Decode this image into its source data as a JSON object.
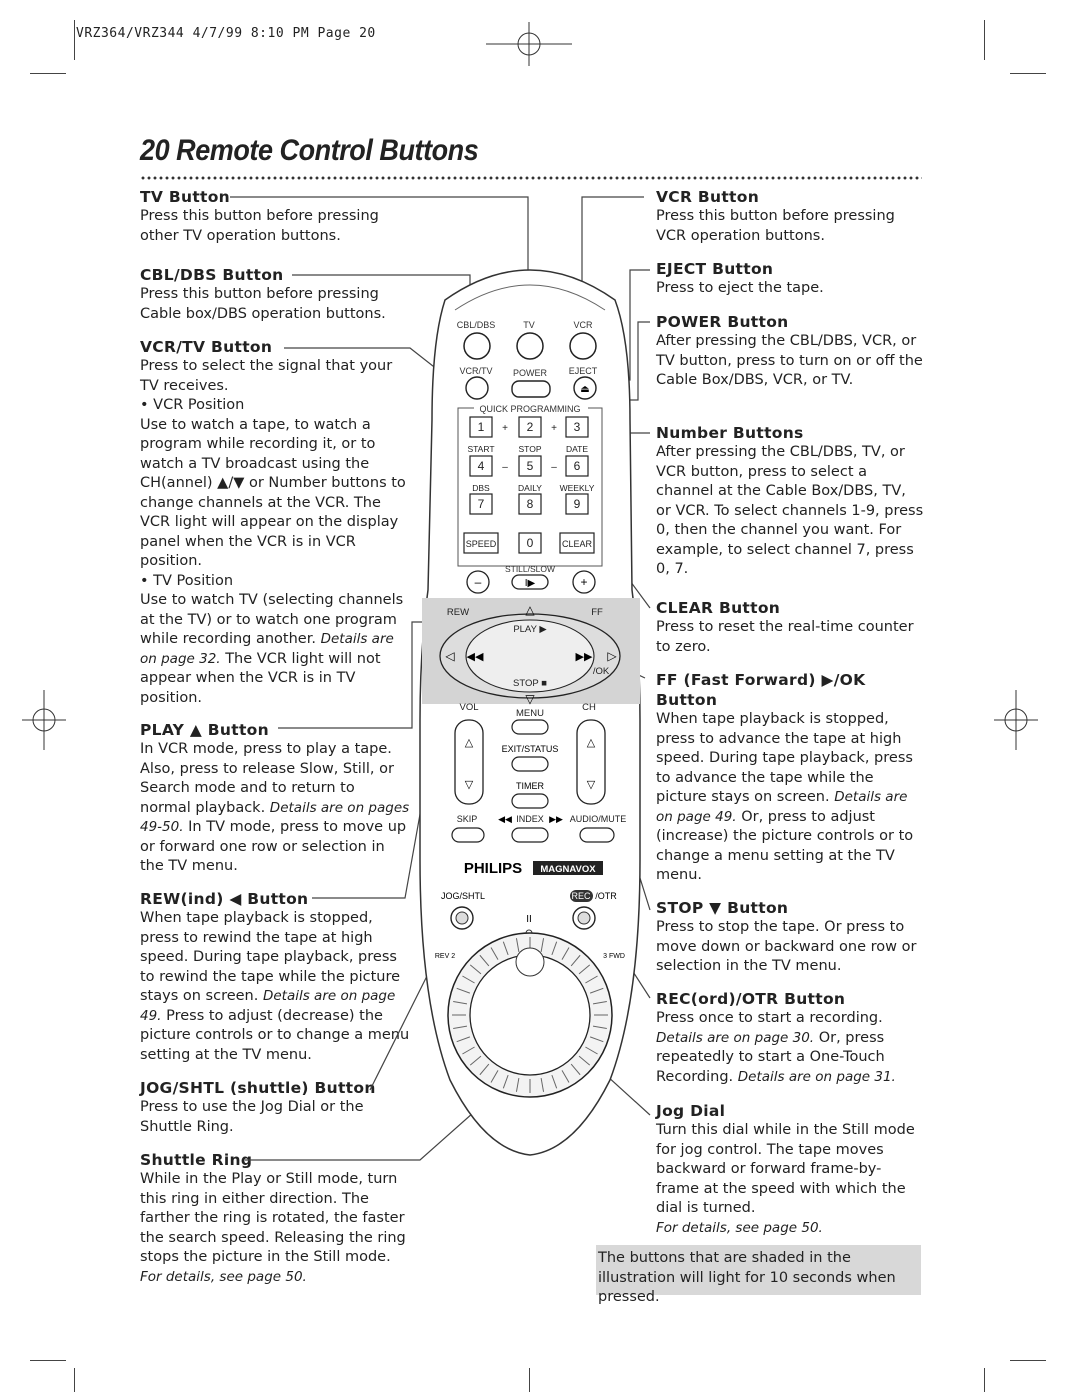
{
  "header": {
    "slug": "VRZ364/VRZ344   4/7/99 8:10 PM  Page 20"
  },
  "page": {
    "title": "20  Remote Control Buttons"
  },
  "left": {
    "tv_button": {
      "heading": "TV Button",
      "body": "Press this button before pressing other TV operation buttons."
    },
    "cbl_button": {
      "heading": "CBL/DBS Button",
      "body": "Press this button before pressing Cable box/DBS operation buttons."
    },
    "vcrtv_button": {
      "heading": "VCR/TV Button",
      "body": "Press to select the signal that your TV receives.",
      "bullet1": "VCR Position",
      "text1": "Use to watch a tape, to watch a program while recording it, or to watch a TV broadcast using the CH(annel) ▲/▼ or Number buttons to change channels at the VCR. The VCR light will appear on the display panel when the VCR is in VCR position.",
      "bullet2": "TV Position",
      "text2a": "Use to watch TV (selecting channels at the TV) or to watch one program while recording another.",
      "text2_italic": "Details are on page 32.",
      "text2b": "The VCR light will not appear when the VCR is in TV position."
    },
    "play_button": {
      "heading": "PLAY ▲ Button",
      "body_a": "In VCR mode, press to play a tape. Also, press to release Slow, Still, or Search mode and to return to normal playback.",
      "body_italic": "Details are on pages 49-50.",
      "body_b": "In TV mode, press to move up or forward one row or selection in the TV menu."
    },
    "rew_button": {
      "heading": "REW(ind) ◀ Button",
      "body_a": "When tape playback is stopped, press to rewind the tape at high speed. During tape playback, press to rewind the tape while the picture stays on screen.",
      "body_italic": "Details are on page 49.",
      "body_b": "Press to adjust (decrease) the picture controls or to change a menu setting at the TV menu."
    },
    "jog_button": {
      "heading": "JOG/SHTL (shuttle) Button",
      "body": "Press to use the Jog Dial or the Shuttle Ring."
    },
    "shuttle_ring": {
      "heading": "Shuttle Ring",
      "body": "While in the Play or Still mode, turn this ring in either direction. The farther the ring is rotated, the faster the search speed. Releasing the ring stops the picture in the Still mode.",
      "body_italic": "For details, see page 50."
    }
  },
  "right": {
    "vcr_button": {
      "heading": "VCR Button",
      "body": "Press this button before pressing VCR operation buttons."
    },
    "eject_button": {
      "heading": "EJECT Button",
      "body": "Press to eject the tape."
    },
    "power_button": {
      "heading": "POWER Button",
      "body": "After pressing the CBL/DBS, VCR, or TV button, press to turn on or off the Cable Box/DBS, VCR, or TV."
    },
    "number_buttons": {
      "heading": "Number Buttons",
      "body": "After pressing the CBL/DBS, TV, or VCR button, press to select a channel at the Cable Box/DBS, TV, or VCR. To select channels 1-9, press 0, then the channel you want. For example, to select channel 7, press 0, 7."
    },
    "clear_button": {
      "heading": "CLEAR Button",
      "body": "Press to reset the real-time counter to zero."
    },
    "ff_button": {
      "heading": "FF (Fast Forward) ▶/OK Button",
      "body_a": "When tape playback is stopped, press to advance the tape at high speed. During tape playback, press to advance the tape while the picture stays on screen.",
      "body_italic": "Details are on page 49.",
      "body_b": "Or, press to adjust (increase) the picture controls or to change a menu setting at the TV menu."
    },
    "stop_button": {
      "heading": "STOP ▼ Button",
      "body": "Press to stop the tape. Or press to move down or backward one row or selection in the TV menu."
    },
    "rec_button": {
      "heading": "REC(ord)/OTR Button",
      "body_a": "Press once to start a recording.",
      "body_italic": "Details are on page 30.",
      "body_b": "Or, press repeatedly to start a One-Touch Recording.",
      "body_italic2": "Details are on page 31."
    },
    "jog_dial": {
      "heading": "Jog Dial",
      "body": "Turn this dial while in the Still mode for jog control. The tape moves backward or forward frame-by-frame at the speed with which the dial is turned.",
      "body_italic": "For details, see page 50."
    }
  },
  "note": "The buttons that are shaded in the illustration will light for 10 seconds when pressed.",
  "remote": {
    "cbl": "CBL/DBS",
    "tv": "TV",
    "vcr": "VCR",
    "vcrtv": "VCR/TV",
    "power": "POWER",
    "eject": "EJECT",
    "quick": "QUICK PROGRAMMING",
    "k1": "1",
    "k2": "2",
    "k3": "3",
    "k4": "4",
    "k5": "5",
    "k6": "6",
    "k7": "7",
    "k8": "8",
    "k9": "9",
    "k0": "0",
    "plus": "+",
    "minus": "–",
    "start": "START",
    "stop_l": "STOP",
    "date": "DATE",
    "dbs": "DBS",
    "daily": "DAILY",
    "weekly": "WEEKLY",
    "speed": "SPEED",
    "clear": "CLEAR",
    "still": "STILL/SLOW",
    "rew": "REW",
    "ff": "FF",
    "play": "PLAY ▶",
    "stop": "STOP ■",
    "ok": "/OK",
    "vol": "VOL",
    "menu": "MENU",
    "ch": "CH",
    "exit": "EXIT/STATUS",
    "timer": "TIMER",
    "skip": "SKIP",
    "index": "INDEX",
    "audio": "AUDIO/MUTE",
    "brand1": "PHILIPS",
    "brand2": "MAGNAVOX",
    "jog": "JOG/SHTL",
    "rec": "REC",
    "otr": "/OTR",
    "rev": "REV 2",
    "fwd": "3 FWD"
  }
}
